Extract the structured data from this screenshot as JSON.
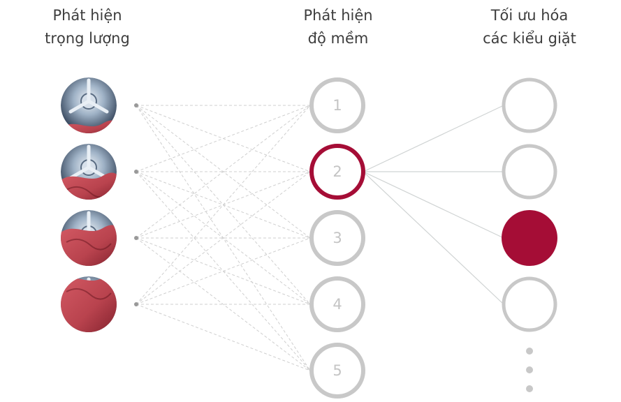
{
  "columns": [
    {
      "line1": "Phát hiện",
      "line2": "trọng lượng"
    },
    {
      "line1": "Phát hiện",
      "line2": "độ mềm"
    },
    {
      "line1": "Tối ưu hóa",
      "line2": "các kiểu giặt"
    }
  ],
  "weight_nodes": [
    {
      "fill_level": 0.2
    },
    {
      "fill_level": 0.45
    },
    {
      "fill_level": 0.7
    },
    {
      "fill_level": 1.0
    }
  ],
  "softness_nodes": [
    {
      "label": "1",
      "selected": false
    },
    {
      "label": "2",
      "selected": true
    },
    {
      "label": "3",
      "selected": false
    },
    {
      "label": "4",
      "selected": false
    },
    {
      "label": "5",
      "selected": false
    }
  ],
  "pattern_nodes": [
    {
      "selected": false
    },
    {
      "selected": false
    },
    {
      "selected": true
    },
    {
      "selected": false
    }
  ],
  "more_indicator": "ellipsis-vertical",
  "colors": {
    "accent": "#a50d36",
    "ring": "#c8c8c8",
    "connector": "#cfcfcf",
    "dot": "#999999",
    "drum_metal": "#9fb2c6",
    "drum_dark": "#2f3f55",
    "fabric": "#b9434e",
    "fabric_dark": "#7e1f2b",
    "text": "#3d3d3d"
  }
}
